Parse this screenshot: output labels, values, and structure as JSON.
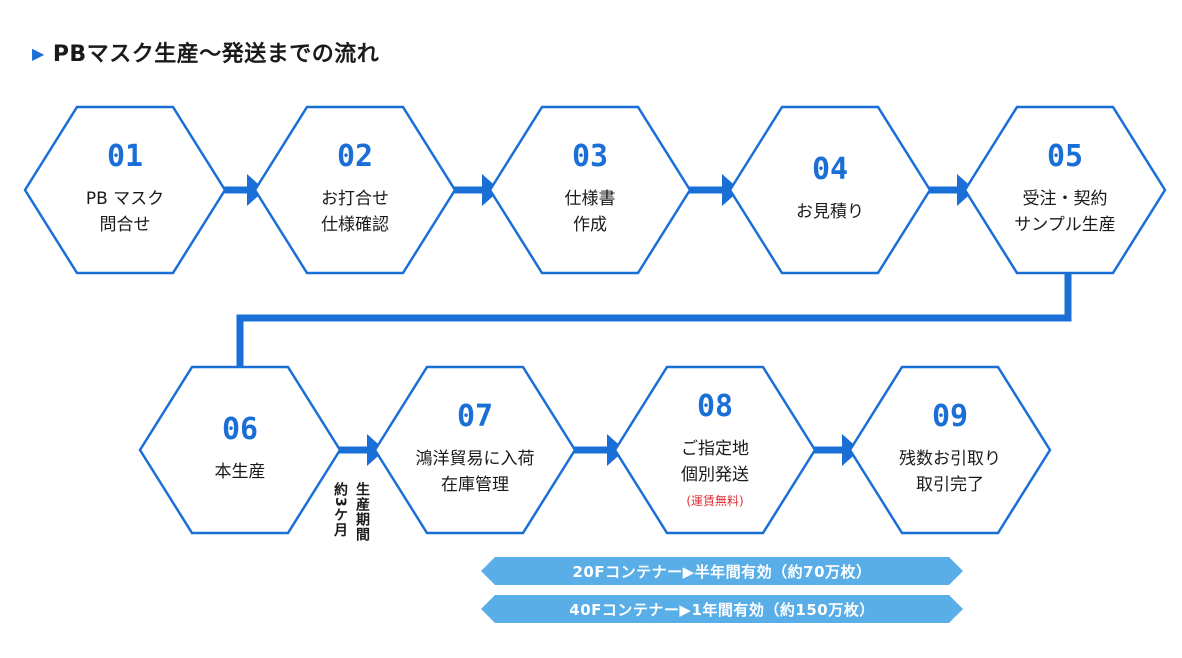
{
  "title": "PBマスク生産～発送までの流れ",
  "title_marker": "▶",
  "colors": {
    "accent": "#1a6fd6",
    "banner": "#5aaee8",
    "note": "#e0303a"
  },
  "steps": [
    {
      "num": "01",
      "lines": [
        "PB マスク",
        "問合せ"
      ]
    },
    {
      "num": "02",
      "lines": [
        "お打合せ",
        "仕様確認"
      ]
    },
    {
      "num": "03",
      "lines": [
        "仕様書",
        "作成"
      ]
    },
    {
      "num": "04",
      "lines": [
        "お見積り"
      ]
    },
    {
      "num": "05",
      "lines": [
        "受注・契約",
        "サンプル生産"
      ]
    },
    {
      "num": "06",
      "lines": [
        "本生産"
      ]
    },
    {
      "num": "07",
      "lines": [
        "鴻洋貿易に入荷",
        "在庫管理"
      ]
    },
    {
      "num": "08",
      "lines": [
        "ご指定地",
        "個別発送"
      ],
      "note": "(運賃無料)"
    },
    {
      "num": "09",
      "lines": [
        "残数お引取り",
        "取引完了"
      ]
    }
  ],
  "production_period": {
    "col1": "生産期間",
    "col2": "約3ケ月"
  },
  "banners": [
    "20Fコンテナー▶半年間有効（約70万枚）",
    "40Fコンテナー▶1年間有効（約150万枚）"
  ]
}
